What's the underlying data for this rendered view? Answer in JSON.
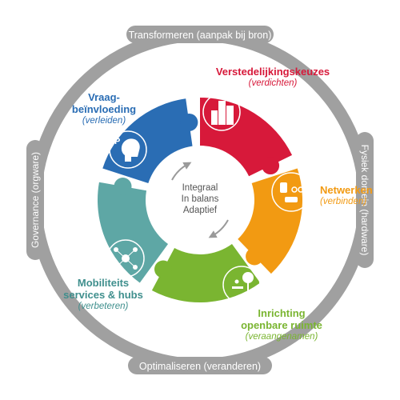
{
  "ring_labels": {
    "top": "Transformeren (aanpak bij bron)",
    "right": "Fysiek domein (hardware)",
    "bottom": "Optimaliseren (veranderen)",
    "left": "Governance (orgware)"
  },
  "center": {
    "line1": "Integraal",
    "line2": "In balans",
    "line3": "Adaptief"
  },
  "segments": [
    {
      "id": "verstedelijking",
      "title": "Verstedelijkingskeuzes",
      "subtitle": "(verdichten)",
      "color": "#d7193a",
      "icon": "buildings-icon"
    },
    {
      "id": "netwerken",
      "title": "Netwerken",
      "subtitle": "(verbinden)",
      "color": "#f29a12",
      "icon": "transport-modes-icon"
    },
    {
      "id": "inrichting",
      "title_line1": "Inrichting",
      "title_line2": "openbare ruimte",
      "subtitle": "(veraangenamen)",
      "color": "#7ab531",
      "icon": "park-bench-icon"
    },
    {
      "id": "mobiliteit",
      "title_line1": "Mobiliteits",
      "title_line2": "services & hubs",
      "subtitle": "(verbeteren)",
      "color": "#5ea7a5",
      "icon": "hub-network-icon"
    },
    {
      "id": "vraag",
      "title_line1": "Vraag-",
      "title_line2": "beïnvloeding",
      "subtitle": "(verleiden)",
      "color": "#2a6db4",
      "icon": "head-puzzle-icon"
    }
  ]
}
